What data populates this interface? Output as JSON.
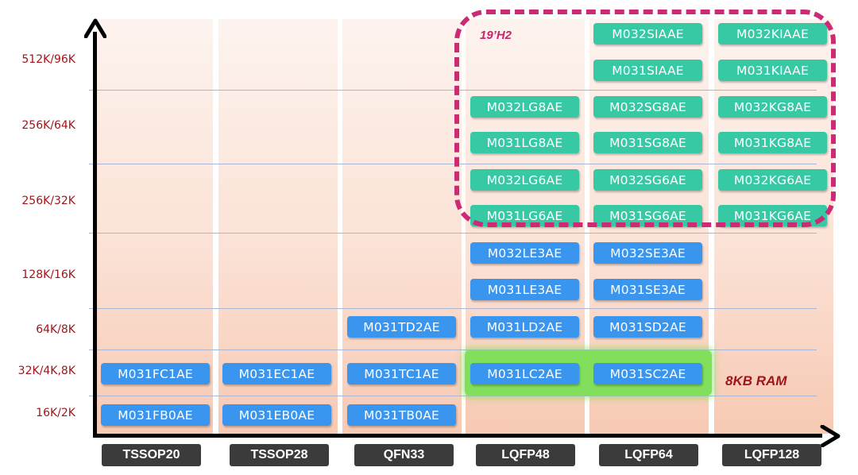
{
  "y_labels": [
    "512K/96K",
    "256K/64K",
    "256K/32K",
    "128K/16K",
    "64K/8K",
    "32K/4K,8K",
    "16K/2K"
  ],
  "packages": [
    "TSSOP20",
    "TSSOP28",
    "QFN33",
    "LQFP48",
    "LQFP64",
    "LQFP128"
  ],
  "parts": {
    "lqfp48": [
      "M032LG8AE",
      "M031LG8AE",
      "M032LG6AE",
      "M031LG6AE",
      "M032LE3AE",
      "M031LE3AE",
      "M031LD2AE",
      "M031LC2AE"
    ],
    "lqfp64": [
      "M032SIAAE",
      "M031SIAAE",
      "M032SG8AE",
      "M031SG8AE",
      "M032SG6AE",
      "M031SG6AE",
      "M032SE3AE",
      "M031SE3AE",
      "M031SD2AE",
      "M031SC2AE"
    ],
    "lqfp128": [
      "M032KIAAE",
      "M031KIAAE",
      "M032KG8AE",
      "M031KG8AE",
      "M032KG6AE",
      "M031KG6AE"
    ],
    "qfn33": [
      "M031TD2AE",
      "M031TC1AE",
      "M031TB0AE"
    ],
    "tssop20": [
      "M031FC1AE",
      "M031FB0AE"
    ],
    "tssop28": [
      "M031EC1AE",
      "M031EB0AE"
    ]
  },
  "annotations": {
    "h2_label": "19’H2",
    "ram_label": "8KB RAM"
  },
  "colors": {
    "existing_part": "#3a95ee",
    "upcoming_part": "#36c9a4",
    "highlight_8kb_ram": "#82df5c",
    "dashed_border": "#cc2a74",
    "axis_label": "#a1151a"
  }
}
